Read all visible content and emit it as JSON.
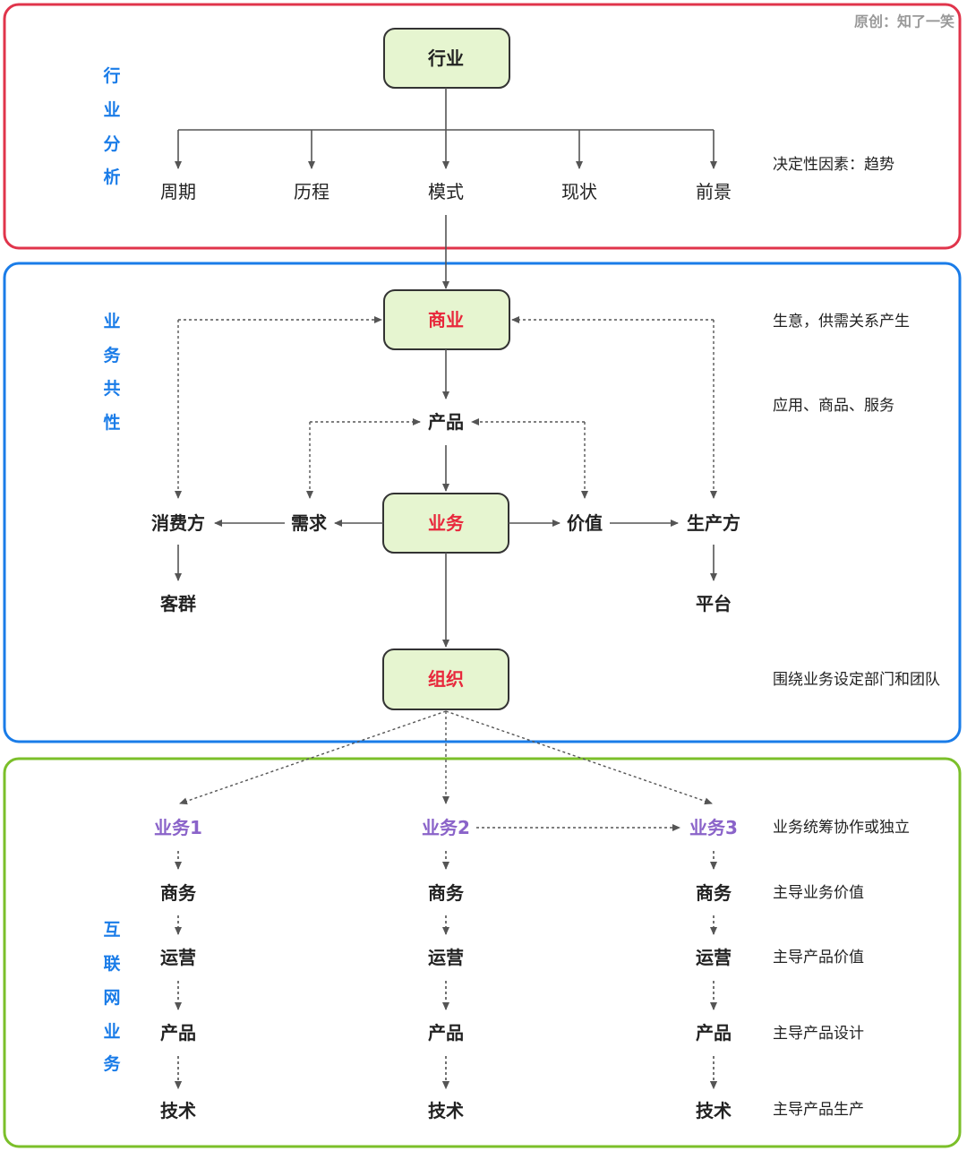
{
  "watermark": "原创：知了一笑",
  "sections": {
    "industry": {
      "side": [
        "行",
        "业",
        "分",
        "析"
      ],
      "top": "行业",
      "children": [
        "周期",
        "历程",
        "模式",
        "现状",
        "前景"
      ],
      "note": "决定性因素：趋势"
    },
    "business": {
      "side": [
        "业",
        "务",
        "共",
        "性"
      ],
      "commerce": "商业",
      "product": "产品",
      "business": "业务",
      "org": "组织",
      "consumer": "消费方",
      "demand": "需求",
      "value": "价值",
      "producer": "生产方",
      "customers": "客群",
      "platform": "平台",
      "notes": [
        "生意，供需关系产生",
        "应用、商品、服务",
        "围绕业务设定部门和团队"
      ]
    },
    "internet": {
      "side": [
        "互",
        "联",
        "网",
        "业",
        "务"
      ],
      "columns": [
        "业务1",
        "业务2",
        "业务3"
      ],
      "rows": [
        "商务",
        "运营",
        "产品",
        "技术"
      ],
      "notes": [
        "业务统筹协作或独立",
        "主导业务价值",
        "主导产品价值",
        "主导产品设计",
        "主导产品生产"
      ]
    }
  },
  "colors": {
    "industry": "#e0344b",
    "business": "#1a7ce8",
    "internet": "#7bbf2a"
  }
}
